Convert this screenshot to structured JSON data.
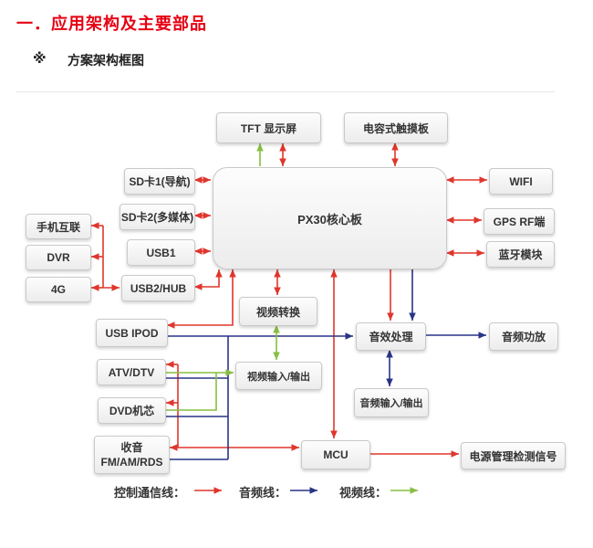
{
  "page": {
    "title": "一．应用架构及主要部品",
    "subtitle_marker": "※",
    "subtitle": "方案架构框图"
  },
  "colors": {
    "title": "#e60012",
    "control": "#e0362c",
    "audio": "#293487",
    "video": "#86bf40"
  },
  "nodes": {
    "tft": "TFT 显示屏",
    "touch": "电容式触摸板",
    "px30": "PX30核心板",
    "sd1": "SD卡1(导航)",
    "sd2": "SD卡2(多媒体)",
    "usb1": "USB1",
    "usb2": "USB2/HUB",
    "phone": "手机互联",
    "dvr": "DVR",
    "g4": "4G",
    "wifi": "WIFI",
    "gps": "GPS RF端",
    "bt": "蓝牙模块",
    "vconv": "视频转换",
    "usbipod": "USB IPOD",
    "vio": "视频输入/输出",
    "aproc": "音效处理",
    "aamp": "音频功放",
    "atv": "ATV/DTV",
    "dvd": "DVD机芯",
    "aio": "音频输入/输出",
    "radio_line1": "收音",
    "radio_line2": "FM/AM/RDS",
    "mcu": "MCU",
    "pwr": "电源管理检测信号"
  },
  "legend": {
    "control": "控制通信线：",
    "audio": "音频线：",
    "video": "视频线："
  }
}
